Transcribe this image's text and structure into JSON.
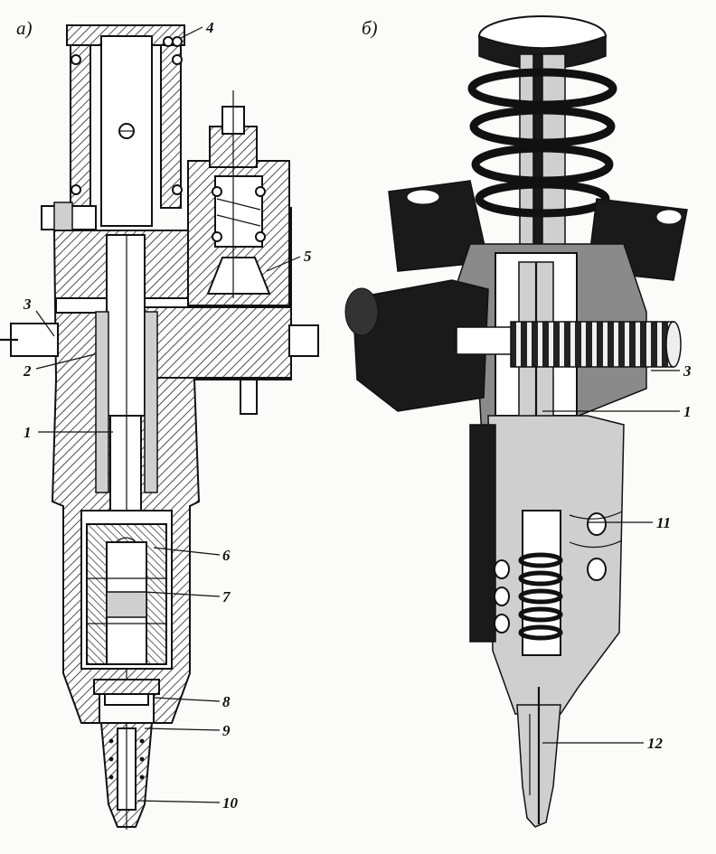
{
  "panels": {
    "a": "а)",
    "b": "б)"
  },
  "callouts_a": [
    "4",
    "5",
    "3",
    "2",
    "1",
    "6",
    "7",
    "8",
    "9",
    "10"
  ],
  "callouts_b": [
    "3",
    "1",
    "11",
    "12"
  ],
  "colors": {
    "ink": "#111111",
    "paper": "#fbfbf9",
    "shade": "#8a8a8a"
  }
}
